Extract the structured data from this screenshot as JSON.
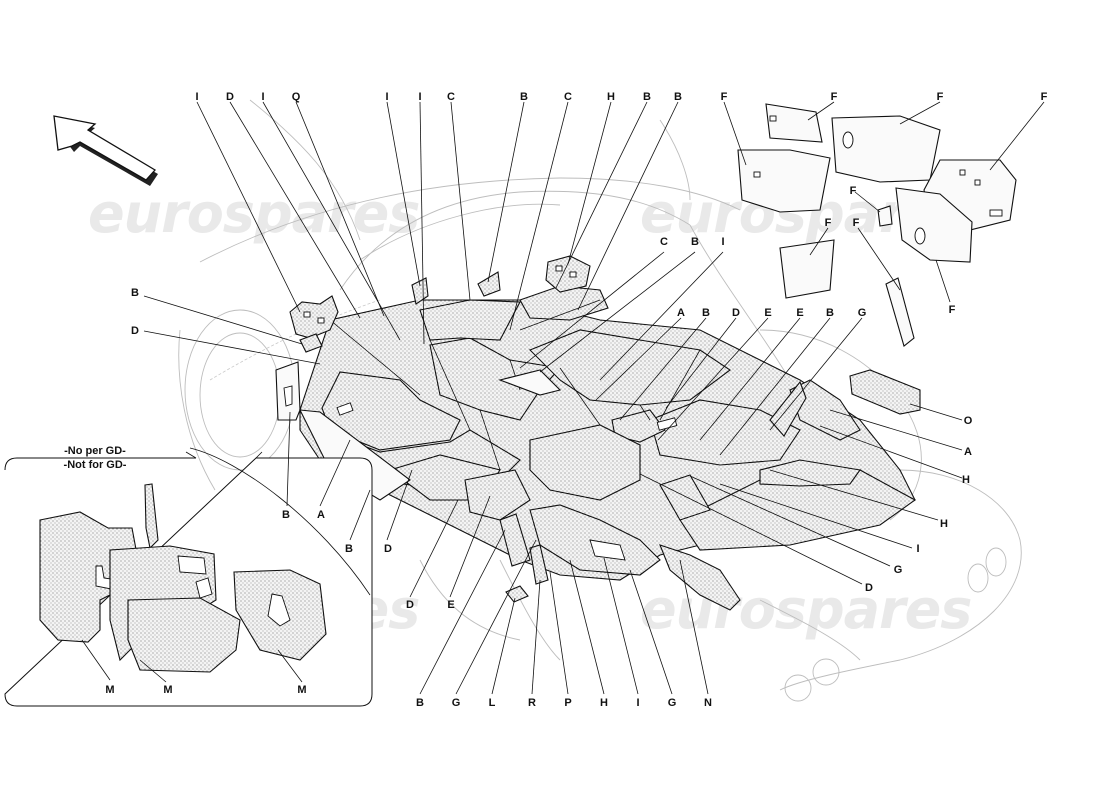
{
  "watermarks": [
    "eurospares",
    "eurospares",
    "eurospares",
    "eurospares"
  ],
  "inset": {
    "title_line1": "-No per GD-",
    "title_line2": "-Not for GD-",
    "labels": [
      "M",
      "M",
      "M"
    ]
  },
  "callouts": {
    "top": [
      "I",
      "D",
      "I",
      "Q",
      "I",
      "I",
      "C",
      "B",
      "C",
      "H",
      "B",
      "B",
      "F",
      "F",
      "F",
      "F"
    ],
    "left": [
      "B",
      "D"
    ],
    "middle": [
      "C",
      "B",
      "I",
      "A",
      "B",
      "D",
      "E",
      "E",
      "B",
      "G",
      "F",
      "F",
      "F",
      "F"
    ],
    "right": [
      "O",
      "A",
      "H",
      "H",
      "I",
      "G",
      "D"
    ],
    "lower": [
      "B",
      "A",
      "B",
      "D",
      "D",
      "E"
    ],
    "bottom": [
      "B",
      "G",
      "L",
      "R",
      "P",
      "H",
      "I",
      "G",
      "N"
    ]
  },
  "colors": {
    "line": "#111111",
    "ghost_line": "#bdbdbd",
    "watermark": "#e9e9e9",
    "background": "#ffffff"
  },
  "icons": {
    "direction_arrow": "front-direction-arrow-icon"
  }
}
